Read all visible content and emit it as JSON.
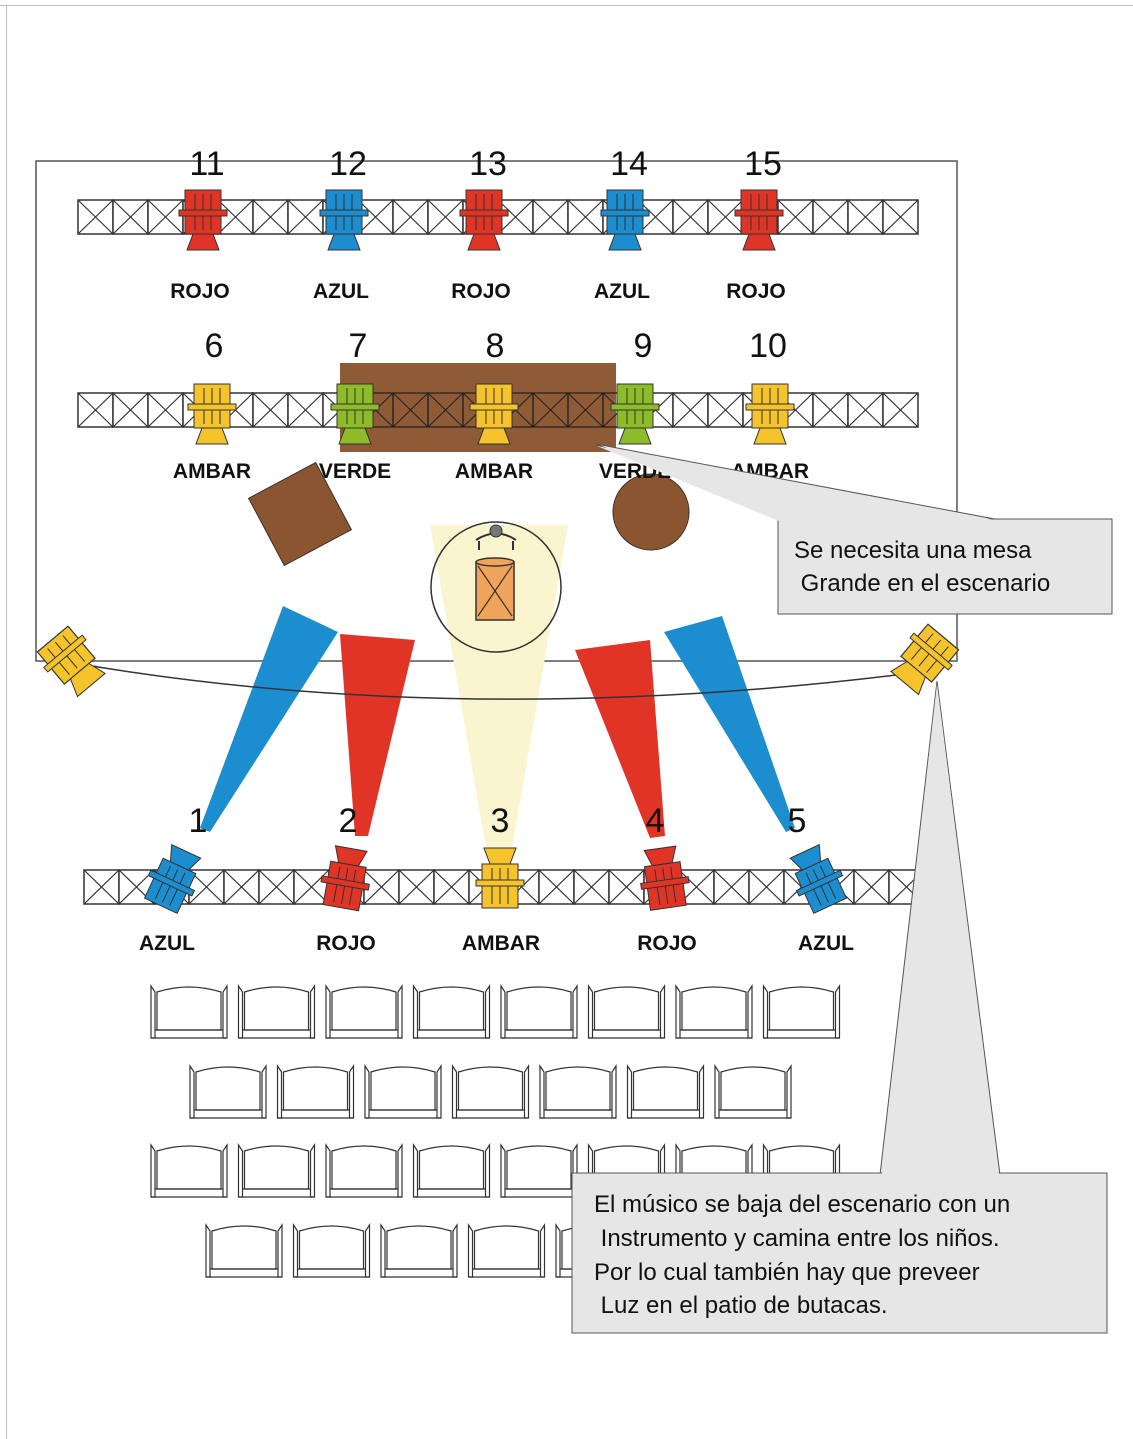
{
  "colors": {
    "rojo": "#e03526",
    "azul": "#1c8ecf",
    "ambar": "#f5c32c",
    "verde": "#8dbb2a",
    "wood": "#8b5530",
    "beam_yellow": "#fbf5cf",
    "callout_bg": "#e6e6e6"
  },
  "fixtures": {
    "row_top": [
      {
        "number": "11",
        "label": "ROJO",
        "color": "rojo"
      },
      {
        "number": "12",
        "label": "AZUL",
        "color": "azul"
      },
      {
        "number": "13",
        "label": "ROJO",
        "color": "rojo"
      },
      {
        "number": "14",
        "label": "AZUL",
        "color": "azul"
      },
      {
        "number": "15",
        "label": "ROJO",
        "color": "rojo"
      }
    ],
    "row_middle": [
      {
        "number": "6",
        "label": "AMBAR",
        "color": "ambar"
      },
      {
        "number": "7",
        "label": "VERDE",
        "color": "verde"
      },
      {
        "number": "8",
        "label": "AMBAR",
        "color": "ambar"
      },
      {
        "number": "9",
        "label": "VERDE",
        "color": "verde"
      },
      {
        "number": "10",
        "label": "AMBAR",
        "color": "ambar"
      }
    ],
    "row_front": [
      {
        "number": "1",
        "label": "AZUL",
        "color": "azul"
      },
      {
        "number": "2",
        "label": "ROJO",
        "color": "rojo"
      },
      {
        "number": "3",
        "label": "AMBAR",
        "color": "ambar"
      },
      {
        "number": "4",
        "label": "ROJO",
        "color": "rojo"
      },
      {
        "number": "5",
        "label": "AZUL",
        "color": "azul"
      }
    ]
  },
  "callouts": {
    "table": {
      "lines": [
        "Se necesita una mesa",
        " Grande en el escenario"
      ]
    },
    "audience": {
      "lines": [
        "El músico se baja del escenario con un",
        " Instrumento y camina entre los niños.",
        "Por lo cual también hay que preveer",
        " Luz en el patio de butacas."
      ]
    }
  },
  "seating": {
    "rows": [
      8,
      7,
      8,
      7
    ]
  }
}
